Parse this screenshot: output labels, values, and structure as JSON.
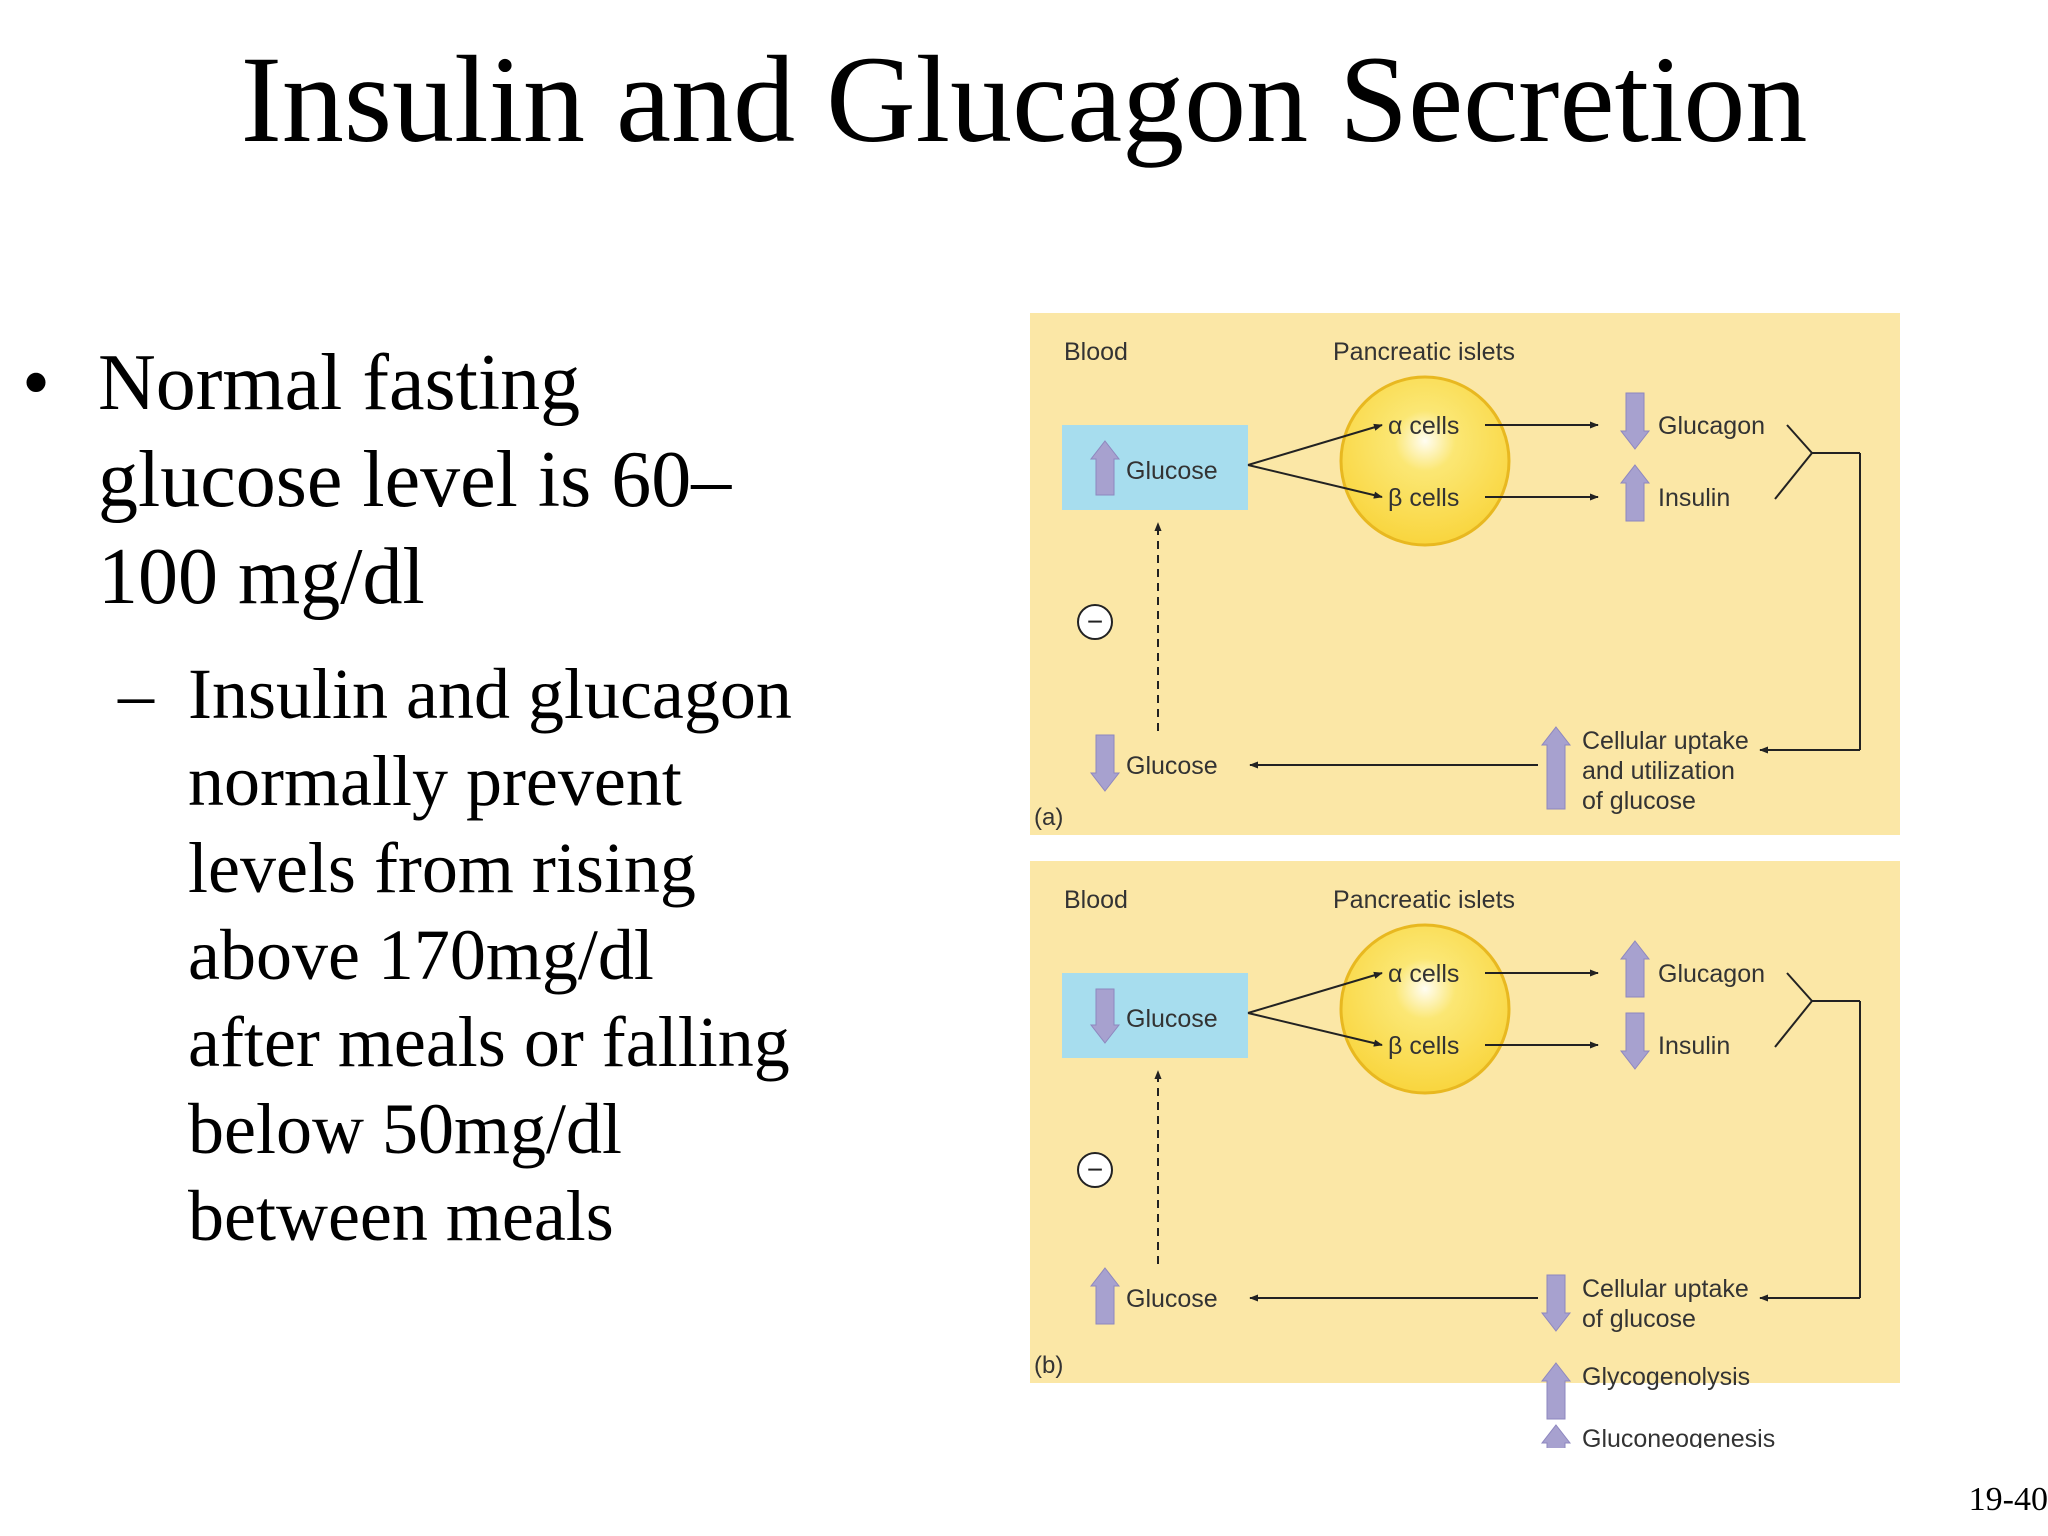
{
  "title": "Insulin and Glucagon Secretion",
  "bullet": {
    "marker": "•",
    "lines": [
      "Normal fasting",
      "glucose level is 60–",
      "100 mg/dl"
    ],
    "sub": {
      "marker": "–",
      "lines": [
        "Insulin and glucagon",
        "normally prevent",
        "levels from rising",
        "above 170mg/dl",
        "after meals or falling",
        "below 50mg/dl",
        "between meals"
      ]
    }
  },
  "slide_number": "19-40",
  "colors": {
    "panel": "#fbe7a6",
    "glucose_box": "#a7ddee",
    "islet": "#f9d640",
    "arrow": "#a7a1cf",
    "line": "#222222"
  },
  "diagram": {
    "panel_a": {
      "label": "(a)",
      "blood": "Blood",
      "islets": "Pancreatic islets",
      "alpha": "α cells",
      "beta": "β cells",
      "glucose_in": {
        "text": "Glucose",
        "dir": "up"
      },
      "glucagon": {
        "text": "Glucagon",
        "dir": "down"
      },
      "insulin": {
        "text": "Insulin",
        "dir": "up"
      },
      "inhibit": "−",
      "effects": [
        {
          "dir": "up",
          "lines": [
            "Cellular uptake",
            "and utilization",
            "of glucose"
          ]
        }
      ],
      "glucose_out": {
        "text": "Glucose",
        "dir": "down"
      }
    },
    "panel_b": {
      "label": "(b)",
      "blood": "Blood",
      "islets": "Pancreatic islets",
      "alpha": "α cells",
      "beta": "β cells",
      "glucose_in": {
        "text": "Glucose",
        "dir": "down"
      },
      "glucagon": {
        "text": "Glucagon",
        "dir": "up"
      },
      "insulin": {
        "text": "Insulin",
        "dir": "down"
      },
      "inhibit": "−",
      "effects": [
        {
          "dir": "down",
          "lines": [
            "Cellular uptake",
            "of glucose"
          ]
        },
        {
          "dir": "up",
          "lines": [
            "Glycogenolysis"
          ]
        },
        {
          "dir": "up",
          "lines": [
            "Gluconeogenesis"
          ]
        }
      ],
      "glucose_out": {
        "text": "Glucose",
        "dir": "up"
      }
    }
  }
}
